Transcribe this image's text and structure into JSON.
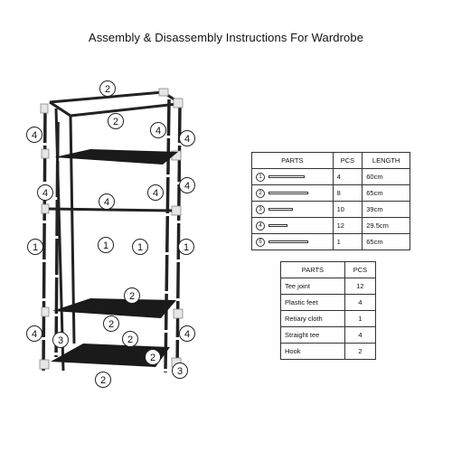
{
  "title": "Assembly & Disassembly  Instructions For Wardrobe",
  "callouts": [
    "2",
    "2",
    "4",
    "4",
    "4",
    "4",
    "4",
    "4",
    "4",
    "1",
    "1",
    "1",
    "1",
    "2",
    "2",
    "2",
    "4",
    "3",
    "2",
    "4",
    "2",
    "3"
  ],
  "table1": {
    "headers": [
      "PARTS",
      "PCS",
      "LENGTH"
    ],
    "rows": [
      {
        "id": "1",
        "pcs": "4",
        "length": "60cm",
        "bar": 0.75
      },
      {
        "id": "2",
        "pcs": "8",
        "length": "65cm",
        "bar": 0.82
      },
      {
        "id": "3",
        "pcs": "10",
        "length": "39cm",
        "bar": 0.5
      },
      {
        "id": "4",
        "pcs": "12",
        "length": "29.5cm",
        "bar": 0.38
      },
      {
        "id": "5",
        "pcs": "1",
        "length": "65cm",
        "bar": 0.82
      }
    ]
  },
  "table2": {
    "headers": [
      "PARTS",
      "PCS"
    ],
    "rows": [
      {
        "name": "Tee joint",
        "pcs": "12"
      },
      {
        "name": "Plastic feet",
        "pcs": "4"
      },
      {
        "name": "Retiary cloth",
        "pcs": "1"
      },
      {
        "name": "Straight tee",
        "pcs": "4"
      },
      {
        "name": "Hook",
        "pcs": "2"
      }
    ]
  }
}
